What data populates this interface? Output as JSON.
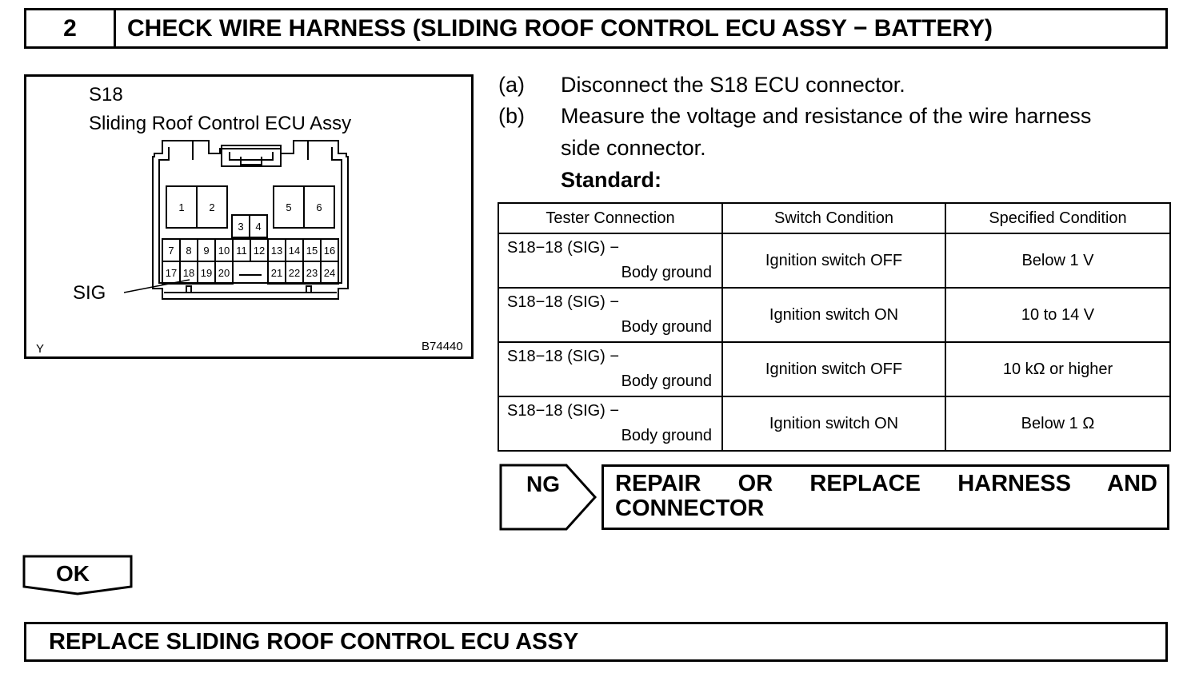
{
  "header": {
    "step_number": "2",
    "title": "CHECK WIRE HARNESS (SLIDING ROOF CONTROL ECU ASSY − BATTERY)"
  },
  "diagram": {
    "connector_id": "S18",
    "connector_name": "Sliding Roof Control ECU Assy",
    "pointer_label": "SIG",
    "color_code": "Y",
    "figure_code": "B74440",
    "pins": {
      "p1": "1",
      "p2": "2",
      "p3": "3",
      "p4": "4",
      "p5": "5",
      "p6": "6",
      "p7": "7",
      "p8": "8",
      "p9": "9",
      "p10": "10",
      "p11": "11",
      "p12": "12",
      "p13": "13",
      "p14": "14",
      "p15": "15",
      "p16": "16",
      "p17": "17",
      "p18": "18",
      "p19": "19",
      "p20": "20",
      "p21": "21",
      "p22": "22",
      "p23": "23",
      "p24": "24"
    }
  },
  "instructions": [
    {
      "letter": "(a)",
      "text": "Disconnect the S18 ECU connector."
    },
    {
      "letter": "(b)",
      "line1": "Measure the voltage and resistance of the wire harness",
      "line2": "side connector."
    }
  ],
  "standard_label": "Standard:",
  "table": {
    "headers": [
      "Tester Connection",
      "Switch Condition",
      "Specified Condition"
    ],
    "rows": [
      {
        "tester_line1": "S18−18 (SIG) −",
        "tester_line2": "Body ground",
        "switch": "Ignition switch OFF",
        "spec": "Below 1 V"
      },
      {
        "tester_line1": "S18−18 (SIG) −",
        "tester_line2": "Body ground",
        "switch": "Ignition switch ON",
        "spec": "10 to 14 V"
      },
      {
        "tester_line1": "S18−18 (SIG) −",
        "tester_line2": "Body ground",
        "switch": "Ignition switch OFF",
        "spec": "10 kΩ or higher"
      },
      {
        "tester_line1": "S18−18 (SIG) −",
        "tester_line2": "Body ground",
        "switch": "Ignition switch ON",
        "spec": "Below 1 Ω"
      }
    ]
  },
  "ng_result": {
    "label": "NG",
    "action": "REPAIR OR REPLACE HARNESS AND CONNECTOR"
  },
  "ok_result": {
    "label": "OK"
  },
  "final_action": "REPLACE SLIDING ROOF CONTROL ECU ASSY"
}
